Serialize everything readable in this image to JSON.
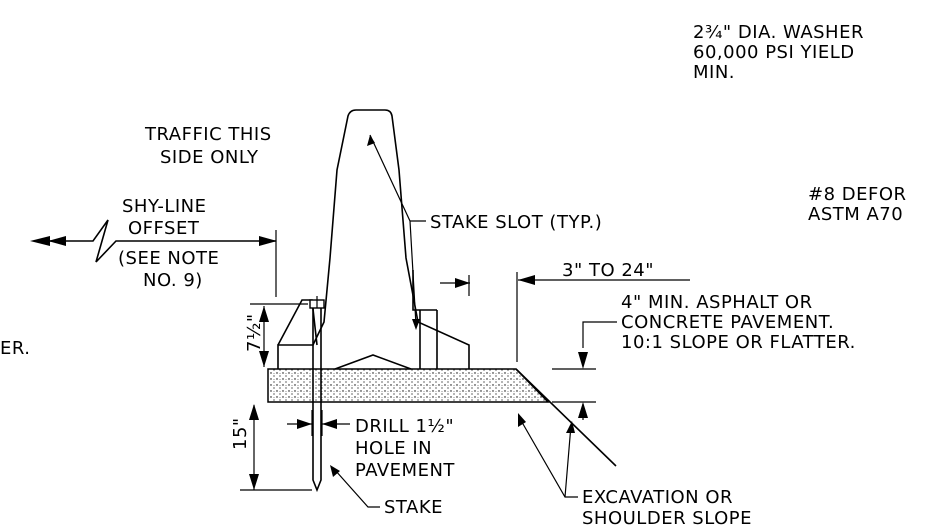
{
  "labels": {
    "washer_line1": "2¾\" DIA. WASHER",
    "washer_line2": "60,000 PSI YIELD",
    "washer_line3": "MIN.",
    "traffic_line1": "TRAFFIC THIS",
    "traffic_line2": "SIDE ONLY",
    "deformed_line1": "#8 DEFOR",
    "deformed_line2": "ASTM A70",
    "shy_line1": "SHY-LINE",
    "shy_line2": "OFFSET",
    "shy_line3": "(SEE NOTE",
    "shy_line4": "NO. 9)",
    "stake_slot": "STAKE SLOT (TYP.)",
    "range": "3\" TO 24\"",
    "pavement_line1": "4\" MIN. ASPHALT OR",
    "pavement_line2": "CONCRETE PAVEMENT.",
    "pavement_line3": "10:1 SLOPE OR FLATTER.",
    "left_cut": "ER.",
    "dim_7_5": "7½\"",
    "dim_15": "15\"",
    "drill_line1": "DRILL 1½\"",
    "drill_line2": "HOLE IN",
    "drill_line3": "PAVEMENT",
    "stake": "STAKE",
    "excavation_line1": "EXCAVATION OR",
    "excavation_line2": "SHOULDER SLOPE"
  }
}
